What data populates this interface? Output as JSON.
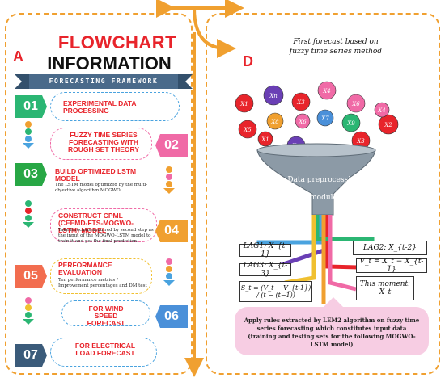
{
  "header": {
    "title_line1": "FLOWCHART",
    "title_line2": "INFORMATION",
    "ribbon": "FORECASTING FRAMEWORK",
    "panel_a": "A",
    "panel_d": "D"
  },
  "steps": [
    {
      "number": "01",
      "title": "EXPERIMENTAL DATA PROCESSING",
      "desc": "",
      "color": "#2bb673"
    },
    {
      "number": "02",
      "title": "FUZZY TIME SERIES FORECASTING WITH ROUGH SET THEORY",
      "desc": "",
      "color": "#f06aa6"
    },
    {
      "number": "03",
      "title": "BUILD OPTIMIZED LSTM MODEL",
      "desc": "The LSTM model optimized by the multi-objective algorithm MOGWO",
      "color": "#28a745"
    },
    {
      "number": "04",
      "title": "CONSTRUCT CPML (CEEMD-FTS-MOGWO-LSTM) MODEL",
      "desc": "Take forecasts acquired by second step as the input of the MOGWO-LSTM model to train it and get the final prediction.",
      "color": "#f0a030"
    },
    {
      "number": "05",
      "title": "PERFORMANCE EVALUATION",
      "desc": "Ten performance metrics / Improvement percentages and DM test",
      "color": "#f26d4f"
    },
    {
      "number": "06",
      "title": "FOR WIND SPEED FORECAST",
      "desc": "",
      "color": "#4a90d9"
    },
    {
      "number": "07",
      "title": "FOR ELECTRICAL LOAD FORECAST",
      "desc": "",
      "color": "#3b5b7a"
    }
  ],
  "right": {
    "heading_line1": "First forecast based on",
    "heading_line2": "fuzzy time series method",
    "funnel_line1": "Data preprocessing",
    "funnel_line2": "module",
    "boxes": {
      "lag1": "LAG1: X_{t-1}",
      "lag2": "LAG2: X_{t-2}",
      "lag3": "LAG3: X_{t-3}",
      "vt": "V_t = X_t − X_{t-1}",
      "st": "S_t = (V_t − V_{t-1}) / (t − (t−1))",
      "moment_line1": "This moment:",
      "moment_line2": "X_t"
    },
    "callout": "Apply rules extracted by LEM2 algorithm on fuzzy time series forecasting which constitutes input data (training and testing sets for the following MOGWO-LSTM model)"
  },
  "balls": [
    {
      "label": "X1",
      "color": "#e8242b"
    },
    {
      "label": "Xn",
      "color": "#6a3fb5"
    },
    {
      "label": "X3",
      "color": "#e8242b"
    },
    {
      "label": "X4",
      "color": "#f06aa6"
    },
    {
      "label": "X6",
      "color": "#f06aa6"
    },
    {
      "label": "X5",
      "color": "#e8242b"
    },
    {
      "label": "X8",
      "color": "#f0a030"
    },
    {
      "label": "X7",
      "color": "#4a90d9"
    },
    {
      "label": "X9",
      "color": "#2bb673"
    },
    {
      "label": "X2",
      "color": "#e8242b"
    }
  ],
  "colors": {
    "accent": "#e8242b",
    "frame": "#f0a030",
    "bubble_border": "#4aa3df",
    "callout_bg": "#f7cde3"
  }
}
